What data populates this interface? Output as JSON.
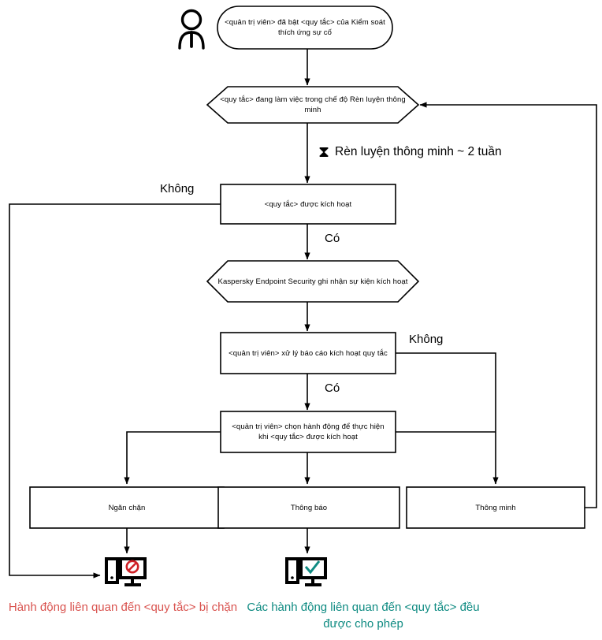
{
  "diagram": {
    "title": "Adaptive Anomaly Control rule workflow",
    "actor": {
      "icon": "person-icon",
      "name": "administrator-actor"
    },
    "nodes": [
      {
        "id": "start",
        "shape": "rounded",
        "text": "<quản trị viên> đã bật <quy tắc> của Kiểm soát thích ứng sự cố"
      },
      {
        "id": "training",
        "shape": "hexagon",
        "text": "<quy tắc> đang làm việc trong chế độ Rèn luyện thông minh"
      },
      {
        "id": "triggered",
        "shape": "rect",
        "text": "<quy tắc> được kích hoạt"
      },
      {
        "id": "logged",
        "shape": "hexagon",
        "text": "Kaspersky Endpoint Security ghi nhận sự kiện kích hoạt"
      },
      {
        "id": "report",
        "shape": "rect",
        "text": "<quản trị viên> xử lý báo cáo kích hoạt quy tắc"
      },
      {
        "id": "chooses",
        "shape": "rect",
        "text": "<quản trị viên> chọn hành động để thực hiện khi <quy tắc> được kích hoạt"
      },
      {
        "id": "block",
        "shape": "rect",
        "text": "Ngăn chặn"
      },
      {
        "id": "notify",
        "shape": "rect",
        "text": "Thông báo"
      },
      {
        "id": "smart",
        "shape": "rect",
        "text": "Thông minh"
      }
    ],
    "edge_labels": {
      "triggered_no": "Không",
      "triggered_yes": "Có",
      "report_no": "Không",
      "report_yes": "Có"
    },
    "timer": {
      "icon": "hourglass-icon",
      "glyph": "⧗",
      "text": "Rèn luyện thông minh ~ 2 tuần"
    },
    "outcomes": [
      {
        "id": "blocked-outcome",
        "icon": "monitor-blocked-icon",
        "caption": "Hành động liên quan đến <quy tắc> bị chặn",
        "color": "#d9534f"
      },
      {
        "id": "allowed-outcome",
        "icon": "monitor-allowed-icon",
        "caption": "Các hành động liên quan đến <quy tắc> đều được cho phép",
        "color": "#0f8b82"
      }
    ],
    "colors": {
      "line": "#000000",
      "blocked": "#d9534f",
      "allowed": "#0f8b82",
      "background": "#ffffff"
    }
  }
}
